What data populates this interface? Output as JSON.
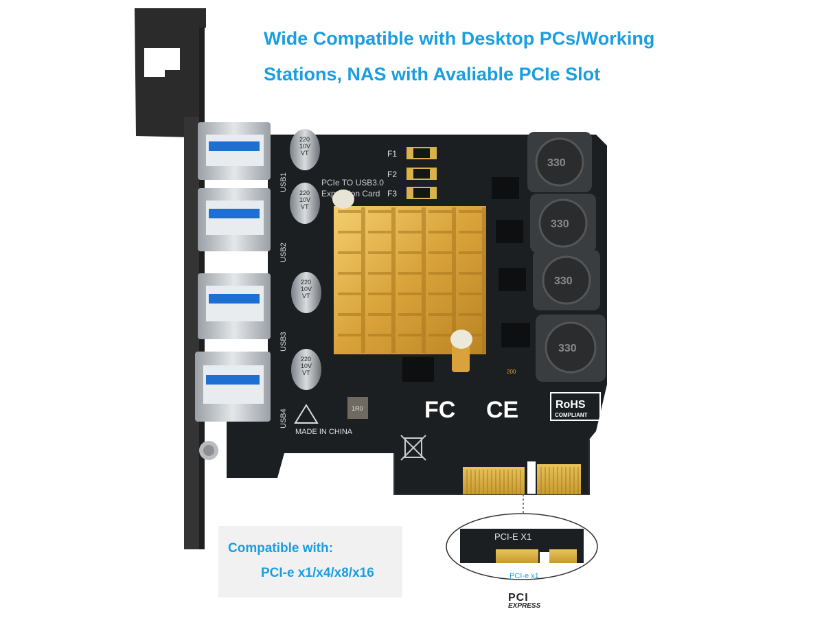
{
  "headline": {
    "line1": "Wide Compatible with Desktop PCs/Working",
    "line2": "Stations, NAS with Avaliable PCIe Slot"
  },
  "compatibility": {
    "title": "Compatible with:",
    "slots": "PCI-e x1/x4/x8/x16"
  },
  "board": {
    "silkscreen_line1": "PCIe TO USB3.0",
    "silkscreen_line2": "Expansion Card",
    "port_labels": [
      "USB1",
      "USB2",
      "USB3",
      "USB4"
    ],
    "fuse_labels": [
      "F1",
      "F2",
      "F3"
    ],
    "capacitor_text": [
      "220",
      "10V",
      "VT"
    ],
    "inductor_text": "330",
    "fc_mark": "FC",
    "ce_mark": "CE",
    "rohs_mark": "RoHS",
    "rohs_sub": "COMPLIANT",
    "origin": "MADE IN CHINA",
    "small_part": "1R0",
    "chip_mark": "200",
    "pcb_color": "#1c1f22",
    "heatsink_color": "#e3b34a",
    "bracket_color": "#2a2a2a"
  },
  "callout": {
    "slot_label": "PCI-E X1",
    "connector_label": "PCI-e x1",
    "logo_top": "PCI",
    "logo_bottom": "EXPRESS"
  }
}
